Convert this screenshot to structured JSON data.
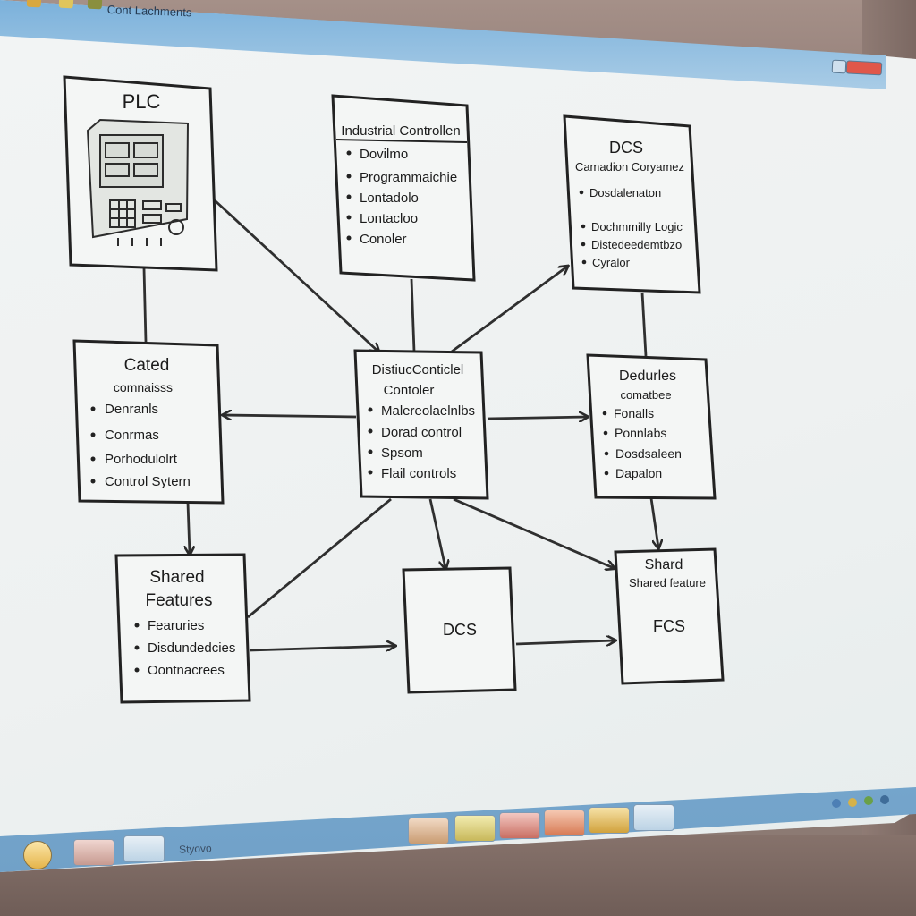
{
  "window": {
    "title": "Cont Lachments"
  },
  "taskbar": {
    "label": "Styovo"
  },
  "diagram": {
    "plc": {
      "title": "PLC"
    },
    "industrial": {
      "title": "Industrial Controllen",
      "bullets": [
        "Dovilmo",
        "Programmaichie",
        "Lontadolo",
        "Lontacloo",
        "Conoler"
      ]
    },
    "dcs_top": {
      "title": "DCS",
      "subtitle": "Camadion Coryamez",
      "bullets": [
        "Dosdalenaton",
        "Dochmmilly Logic",
        "Distedeedemtbzo",
        "Cyralor"
      ]
    },
    "cated": {
      "title": "Cated",
      "subtitle": "comnaisss",
      "bullets": [
        "Denranls",
        "Conrmas",
        "Porhodulolrt",
        "Control Sytern"
      ]
    },
    "center": {
      "title": "DistiucConticlel",
      "subtitle": "Contoler",
      "bullets": [
        "Malereolaelnlbs",
        "Dorad control",
        "Spsom",
        "Flail controls"
      ]
    },
    "dedures": {
      "title": "Dedurles",
      "subtitle": "comatbee",
      "bullets": [
        "Fonalls",
        "Ponnlabs",
        "Dosdsaleen",
        "Dapalon"
      ]
    },
    "shared_left": {
      "title_line1": "Shared",
      "title_line2": "Features",
      "bullets": [
        "Fearuries",
        "Disdundedcies",
        "Oontnacrees"
      ]
    },
    "dcs_bottom": {
      "title": "DCS"
    },
    "shard_right": {
      "title": "Shard",
      "subtitle": "Shared feature",
      "label": "FCS"
    }
  },
  "colors": {
    "ink": "#1b1b1b",
    "titlebar": "#7bb1db",
    "taskbar": "#7fb0d6",
    "screen": "#f0f3f3"
  },
  "icons": [
    "plc-device-icon",
    "taskbar-start-icon",
    "taskbar-app-icons",
    "tray-icons"
  ]
}
